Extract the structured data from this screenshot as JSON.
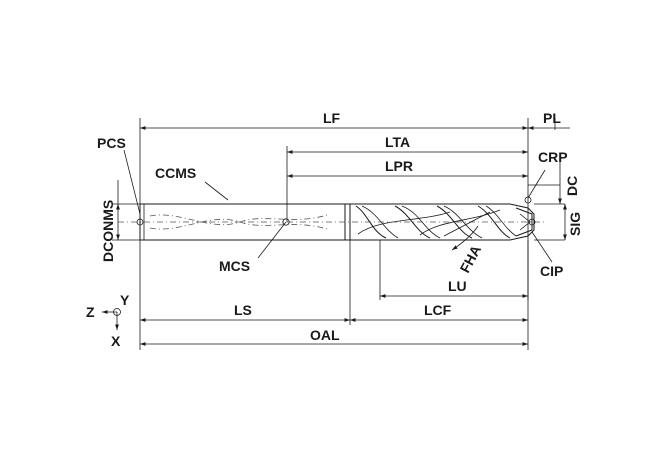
{
  "labels": {
    "lf": "LF",
    "pl": "PL",
    "lta": "LTA",
    "lpr": "LPR",
    "pcs": "PCS",
    "ccms": "CCMS",
    "crp": "CRP",
    "dconms": "DCONMS",
    "dc": "DC",
    "sig": "SIG",
    "mcs": "MCS",
    "fha": "FHA",
    "cip": "CIP",
    "lu": "LU",
    "ls": "LS",
    "lcf": "LCF",
    "oal": "OAL",
    "axis_z": "Z",
    "axis_y": "Y",
    "axis_x": "X"
  }
}
